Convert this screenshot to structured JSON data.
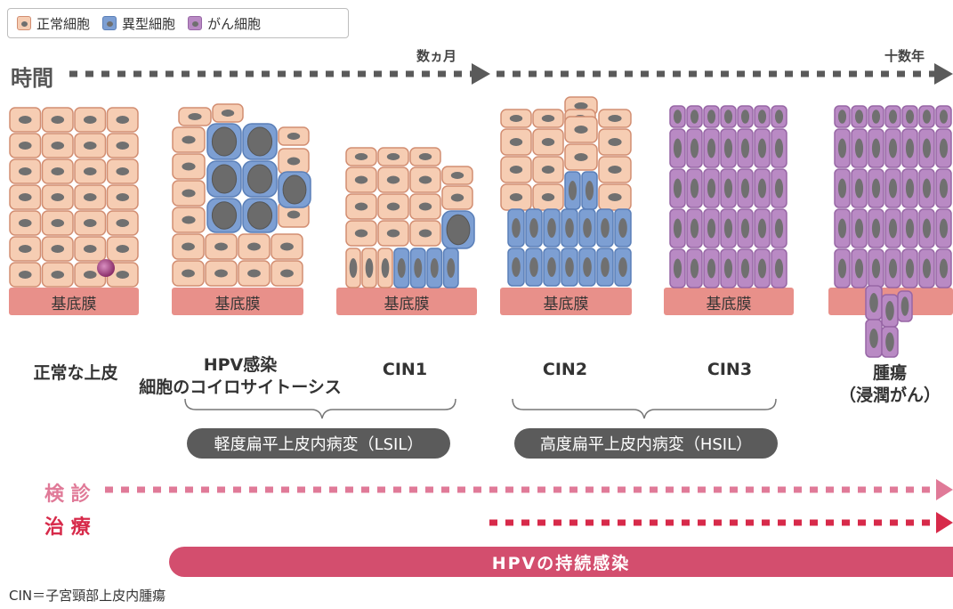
{
  "legend": {
    "items": [
      {
        "label": "正常細胞",
        "fill": "#f6cdb3",
        "stroke": "#d28e72"
      },
      {
        "label": "異型細胞",
        "fill": "#7d9fd3",
        "stroke": "#5a7fb8"
      },
      {
        "label": "がん細胞",
        "fill": "#b98ac4",
        "stroke": "#9766a5"
      }
    ]
  },
  "timeline": {
    "label": "時間",
    "marker_months": "数ヵ月",
    "marker_years": "十数年"
  },
  "membrane_label": "基底膜",
  "stages": [
    {
      "id": "normal",
      "label": "正常な上皮"
    },
    {
      "id": "koilocytosis",
      "label_line1": "HPV感染",
      "label_line2": "細胞のコイロサイトーシス"
    },
    {
      "id": "cin1",
      "label": "CIN1"
    },
    {
      "id": "cin2",
      "label": "CIN2"
    },
    {
      "id": "cin3",
      "label": "CIN3"
    },
    {
      "id": "tumor",
      "label_line1": "腫瘍",
      "label_line2": "（浸潤がん）"
    }
  ],
  "groups": {
    "lsil": "軽度扁平上皮内病変（LSIL）",
    "hsil": "高度扁平上皮内病変（HSIL）"
  },
  "rows": {
    "screening": "検 診",
    "treatment": "治 療"
  },
  "hpv_bar": "HPVの持続感染",
  "footnote": "CIN＝子宮頸部上皮内腫瘍",
  "colors": {
    "normal_fill": "#f6cdb3",
    "normal_stroke": "#d28e72",
    "atypical_fill": "#7d9fd3",
    "atypical_stroke": "#5a7fb8",
    "cancer_fill": "#b98ac4",
    "cancer_stroke": "#9766a5",
    "nucleus": "#707070",
    "membrane": "#e8908a",
    "time_gray": "#5a5a5a",
    "screening_pink": "#e07a98",
    "treatment_red": "#d72a4a",
    "hpv_bar": "#d34e6e",
    "pill": "#5b5b5b"
  }
}
